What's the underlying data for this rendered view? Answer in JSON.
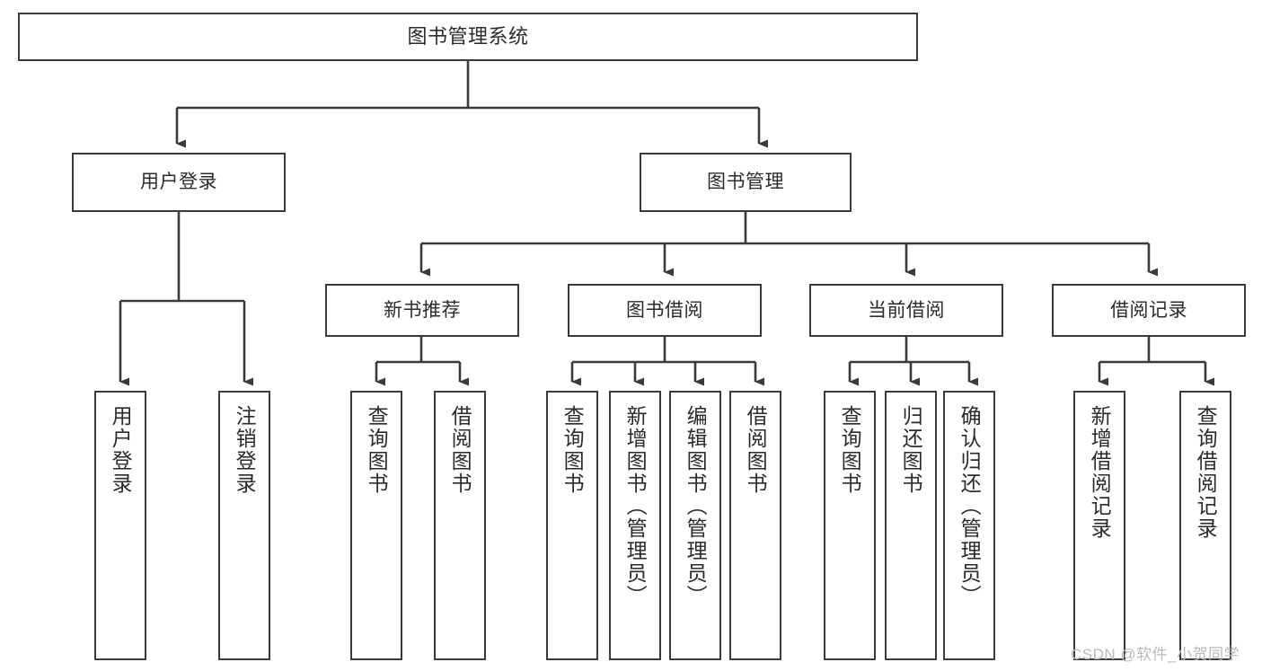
{
  "diagram": {
    "title": "图书管理系统",
    "watermark": "CSDN @软件_小贺同学",
    "colors": {
      "background": "#ffffff",
      "box_border": "#3a3a3a",
      "box_fill": "#ffffff",
      "text": "#2b2b2b",
      "edge": "#3a3a3a",
      "watermark": "#b9b9b9"
    },
    "nodes": {
      "root": "图书管理系统",
      "user_login": "用户登录",
      "book_manage": "图书管理",
      "new_book_rec": "新书推荐",
      "book_borrow": "图书借阅",
      "current_borrow": "当前借阅",
      "borrow_record": "借阅记录",
      "leaf_user_login": "用户登录",
      "leaf_logout": "注销登录",
      "leaf_query_book_1": "查询图书",
      "leaf_borrow_book_1": "借阅图书",
      "leaf_query_book_2": "查询图书",
      "leaf_add_book_admin": "新增图书（管理员）",
      "leaf_edit_book_admin": "编辑图书（管理员）",
      "leaf_borrow_book_2": "借阅图书",
      "leaf_query_book_3": "查询图书",
      "leaf_return_book": "归还图书",
      "leaf_confirm_return_admin": "确认归还（管理员）",
      "leaf_add_borrow_record": "新增借阅记录",
      "leaf_query_borrow_record": "查询借阅记录"
    }
  }
}
